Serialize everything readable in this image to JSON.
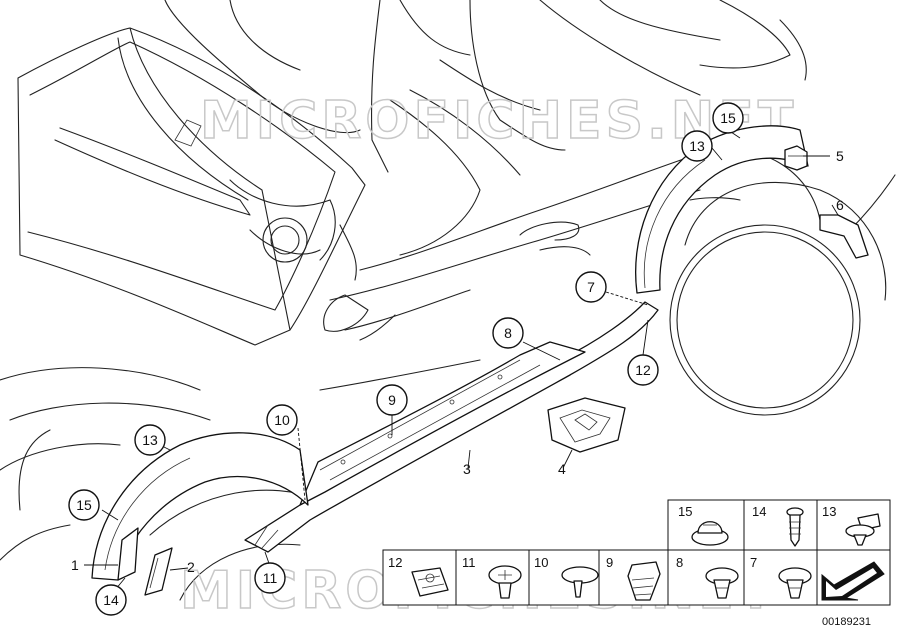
{
  "watermark": "MICROFICHES.NET",
  "reference_number": "00189231",
  "callouts": [
    {
      "id": "c15-rear",
      "text": "15"
    },
    {
      "id": "c13-rear",
      "text": "13"
    },
    {
      "id": "c7",
      "text": "7"
    },
    {
      "id": "c8",
      "text": "8"
    },
    {
      "id": "c12",
      "text": "12"
    },
    {
      "id": "c9",
      "text": "9"
    },
    {
      "id": "c10",
      "text": "10"
    },
    {
      "id": "c13-front",
      "text": "13"
    },
    {
      "id": "c15-front",
      "text": "15"
    },
    {
      "id": "c14",
      "text": "14"
    },
    {
      "id": "c11",
      "text": "11"
    }
  ],
  "plain_labels": [
    {
      "id": "p5",
      "text": "5"
    },
    {
      "id": "p6",
      "text": "6"
    },
    {
      "id": "p3",
      "text": "3"
    },
    {
      "id": "p4",
      "text": "4"
    },
    {
      "id": "p1",
      "text": "1"
    },
    {
      "id": "p2",
      "text": "2"
    }
  ],
  "fastener_grid": [
    {
      "id": "g15",
      "text": "15"
    },
    {
      "id": "g14",
      "text": "14"
    },
    {
      "id": "g13",
      "text": "13"
    },
    {
      "id": "g12",
      "text": "12"
    },
    {
      "id": "g11",
      "text": "11"
    },
    {
      "id": "g10",
      "text": "10"
    },
    {
      "id": "g9",
      "text": "9"
    },
    {
      "id": "g8",
      "text": "8"
    },
    {
      "id": "g7",
      "text": "7"
    }
  ]
}
